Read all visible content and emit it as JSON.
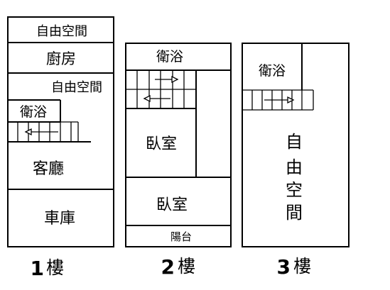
{
  "floors": [
    {
      "number": "1",
      "unit": "樓",
      "rooms": {
        "free_space_top": "自由空間",
        "kitchen": "廚房",
        "free_space_mid": "自由空間",
        "bathroom": "衛浴",
        "living_room": "客廳",
        "garage": "車庫"
      }
    },
    {
      "number": "2",
      "unit": "樓",
      "rooms": {
        "bathroom": "衛浴",
        "bedroom_upper": "臥室",
        "bedroom_lower": "臥室",
        "balcony": "陽台"
      }
    },
    {
      "number": "3",
      "unit": "樓",
      "rooms": {
        "bathroom": "衛浴",
        "free_space_chars": [
          "自",
          "由",
          "空",
          "間"
        ]
      }
    }
  ]
}
